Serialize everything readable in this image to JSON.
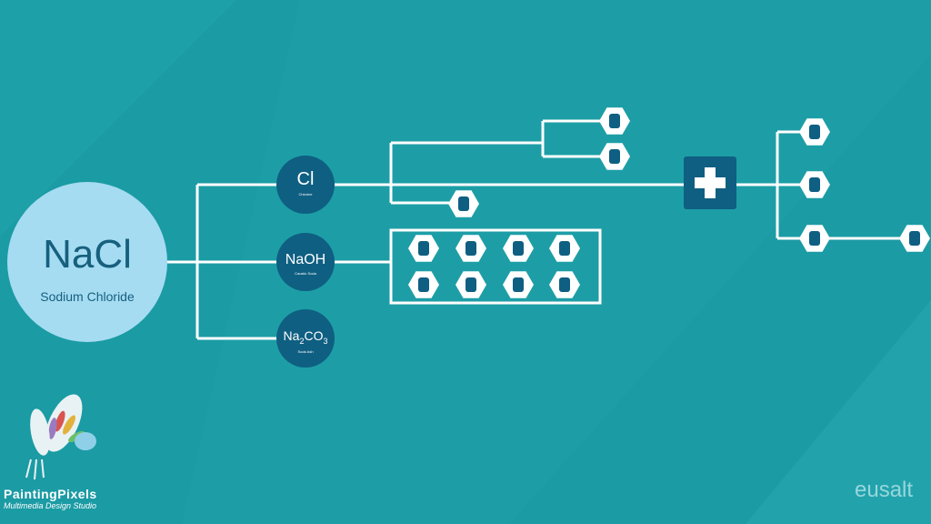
{
  "colors": {
    "background": "#1b9ba4",
    "node": "#0f5f82",
    "nacl_circle": "#a5dcf2",
    "nacl_text": "#17607e",
    "line": "#ffffff"
  },
  "root": {
    "formula": "NaCl",
    "name": "Sodium Chloride"
  },
  "nodes": [
    {
      "formula": "Cl",
      "name": "Chlorine"
    },
    {
      "formula": "NaOH",
      "name": "Caustic Soda"
    },
    {
      "formula_main": "Na",
      "sub1": "2",
      "formula_mid": "CO",
      "sub2": "3",
      "name": "Soda Ash"
    }
  ],
  "chlorine_icons": [
    "tools-icon",
    "building-blocks-icon",
    "spray-bottle-icon"
  ],
  "plus_icon": "plus-icon",
  "plus_icons": [
    "iv-drip-icon",
    "syringe-icon",
    "pill-capsule-icon",
    "tablets-icon"
  ],
  "naoh_icons": [
    "vase-icon",
    "soap-foam-icon",
    "paintbrush-icon",
    "soap-bottle-icon",
    "iron-icon",
    "shirt-icon",
    "wine-glass-icon",
    "paper-icon"
  ],
  "logos": {
    "left_title": "PaintingPixels",
    "left_subtitle": "Multimedia Design Studio",
    "right": "eusalt"
  }
}
